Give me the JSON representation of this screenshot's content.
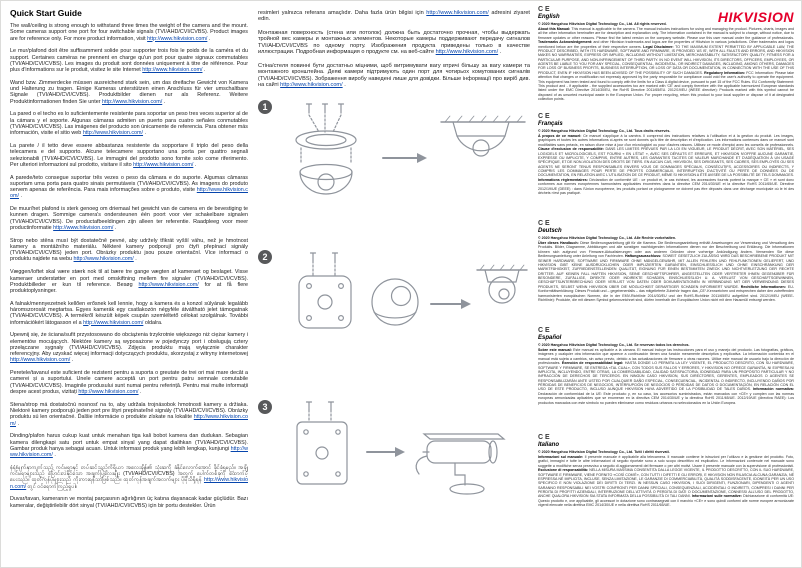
{
  "title": "Quick Start Guide",
  "brand": {
    "logo_text": "HIKVISION",
    "color": "#e4002b"
  },
  "link_url": "http://www.hikvision.com/",
  "left_column": {
    "paragraphs": [
      {
        "lang": "en",
        "before": "The wall/ceiling is strong enough to withstand three times the weight of the camera and the mount. Some cameras support one port for four switchable signals (TVI/AHD/CVI/CVBS). Product images are for reference only. For more product information, visit",
        "link": "http://www.hikvision.com/",
        "after": "."
      },
      {
        "lang": "fr",
        "before": "Le mur/plafond doit être suffisamment solide pour supporter trois fois le poids de la caméra et du support. Certaines caméras ne prennent en charge qu'un port pour quatre signaux commutables (TVI/AHD/CVI/CVBS). Les images du produit sont données uniquement à titre de référence. Pour plus d'informations sur le produit, visitez le site Internet",
        "link": "http://www.hikvision.com/",
        "after": "."
      },
      {
        "lang": "de",
        "before": "Wand bzw. Zimmerdecke müssen ausreichend stark sein, um das dreifache Gewicht von Kamera und Halterung zu tragen. Einige Kameras unterstützen einen Anschluss für vier umschaltbare Signale (TVI/AHD/CVI/CVBS). Produktbilder dienen nur als Referenz. Weitere Produktinformationen finden Sie unter",
        "link": "http://www.hikvision.com/",
        "after": "."
      },
      {
        "lang": "es",
        "before": "La pared o el techo es lo suficientemente resistente para soportar un peso tres veces superior al de la cámara y el soporte. Algunas cámaras admiten un puerto para cuatro señales conmutables (TVI/AHD/CVI/CVBS). Las imágenes del producto son únicamente de referencia. Para obtener más información, visite el sitio web",
        "link": "http://www.hikvision.com/",
        "after": "."
      },
      {
        "lang": "it",
        "before": "La parete / il tetto deve essere abbastanza resistente da sopportare il triplo del peso della telecamera e del supporto. Alcune telecamere supportano una porta per quattro segnali selezionabili (TVI/AHD/CVI/CVBS). Le immagini del prodotto sono fornite solo come riferimento. Per ulteriori informazioni sul prodotto, visitare il sito",
        "link": "http://www.hikvision.com/",
        "after": "."
      },
      {
        "lang": "pt",
        "before": "A parede/teto consegue suportar três vezes o peso da câmara e do suporte. Algumas câmaras suportam uma porta para quatro sinais permutáveis (TVI/AHD/CVI/CVBS). As imagens do produto servem apenas de referência. Para mais informações sobre o produto, visite",
        "link": "http://www.hikvision.com/",
        "after": "."
      },
      {
        "lang": "nl",
        "before": "De muur/het plafond is sterk genoeg om driemaal het gewicht van de camera en de bevestiging te kunnen dragen. Sommige camera's ondersteunen één poort voor vier schakelbare signalen (TVI/AHD/CVI/CVBS). De productafbeeldingen zijn alleen ter referentie. Raadpleeg voor meer productinformatie",
        "link": "http://www.hikvision.com/",
        "after": "."
      },
      {
        "lang": "cs",
        "before": "Strop nebo stěna musí být dostatečně pevné, aby udržely třikrát vyšší váhu, než je hmotnost kamery a montážního materiálu. Některé kamery podporují pro čtyři přepínací signály (TVI/AHD/CVI/CVBS) jeden port. Obrázky produktu jsou pouze orientační. Více informací o produktu najdete na webu",
        "link": "http://www.hikvision.com/",
        "after": "."
      },
      {
        "lang": "da",
        "before": "Væggen/loftet skal være stærk nok til at bære tre gange vægten af kameraet og beslaget. Visse kameraer understøtter en port med omskiftning mellem fire signaler (TVI/AHD/CVI/CVBS). Produktbilleder er kun til reference. Besøg",
        "link": "http://www.hikvision.com/",
        "after": "for at få flere produktoplysninger."
      },
      {
        "lang": "hu",
        "before": "A falnak/mennyezetnek kellően erősnek kell lennie, hogy a kamera és a konzol súlyának legalább háromszorosát megtartsa. Egyes kamerák egy csatlakozón négyféle átváltható jelet támogatnak (TVI/AHD/CVI/CVBS). A termékről készült képek csupán szemléltető célokat szolgálnak. További információkért látogasson el a",
        "link": "http://www.hikvision.com/",
        "after": "oldalra."
      },
      {
        "lang": "pl",
        "before": "Upewnij się, że ściana/sufit przystosowano do obciążenia trzykrotnie większego niż ciężar kamery i elementów mocujących. Niektóre kamery są wyposażone w pojedynczy port i obsługują cztery przełączane sygnały (TVI/AHD/CVI/CVBS). Zdjęcia produktu mają wyłącznie charakter referencyjny. Aby uzyskać więcej informacji dotyczących produktu, skorzystaj z witryny internetowej",
        "link": "http://www.hikvision.com/",
        "after": "."
      },
      {
        "lang": "ro",
        "before": "Peretele/tavanul este suficient de rezistent pentru a suporta o greutate de trei ori mai mare decât a camerei și a suportului. Unele camere acceptă un port pentru patru semnale comutabile (TVI/AHD/CVI/CVBS). Imaginile produsului sunt numai pentru referință. Pentru mai multe informații despre acest produs, vizitați",
        "link": "http://www.hikvision.com/",
        "after": "."
      },
      {
        "lang": "sk",
        "before": "Stena/strop má dostatočnú nosnosť na to, aby udržala trojnásobok hmotnosti kamery a držiaka. Niektoré kamery podporujú jeden port pre štyri prepínateľné signály (TVI/AHD/CVI/CVBS). Obrázky produktu sú len orientačné. Ďalšie informácie o produkte získate na lokalite",
        "link": "http://www.hikvision.com/",
        "after": "."
      },
      {
        "lang": "id",
        "before": "Dinding/plafon harus cukup kuat untuk menahan tiga kali bobot kamera dan dudukan. Sebagian kamera dilengkapi satu port untuk empat sinyal yang dapat dialihkan (TVI/AHD/CVI/CVBS). Gambar produk hanya sebagai acuan. Untuk informasi produk yang lebih lengkap, kunjungi",
        "link": "http://www.hikvision.com/",
        "after": "."
      },
      {
        "lang": "my",
        "before": "နံရံ/မျက်နှာကျက်သည် ကင်မရာနှင့် တပ်ဆင်သည့်ကိရိယာ အလေးချိန်၏ သုံးဆကို ခံနိုင်လောက်အောင် ခိုင်ခံ့ရမည်။ အချို့ကင်မရာများသည် ပြောင်းလဲနိုင်သော အချက်ပြလေးမျိုး (TVI/AHD/CVI/CVBS) အတွက် ပေါက်တစ်ခုကို ထောက်ပံ့ပေးသည်။ ထုတ်ကုန်ပုံများသည် ကိုးကားရန်သာဖြစ်သည်။ ထုတ်ကုန်အချက်အလက်များ ပိုမိုသိရှိရန်",
        "link": "http://www.hikvision.com/",
        "after": "တွင် ဝင်ရောက်ကြည့်ရှုပါ။"
      },
      {
        "lang": "tr",
        "before": "Duvar/tavan, kameranın ve montaj parçasının ağırlığının üç katına dayanacak kadar güçlüdür. Bazı kameralar, değiştirilebilir dört sinyal (TVI/AHD/CVI/CVBS) için bir portu destekler. Ürün",
        "link": "",
        "after": ""
      }
    ]
  },
  "middle_column": {
    "paragraphs": [
      {
        "lang": "tr-cont",
        "before": "resimleri yalnızca referans amaçlıdır. Daha fazla ürün bilgisi için",
        "link": "http://www.hikvision.com/",
        "after": "adresini ziyaret edin."
      },
      {
        "lang": "ru",
        "before": "Монтажная поверхность (стена или потолок) должна быть достаточно прочная, чтобы выдержать тройной вес камеры и монтажных элементов. Некоторые камеры поддерживают передачу сигналов TVI/AHD/CVI/CVBS по одному порту. Изображения продукта приведены только в качестве иллюстрации. Подробная информация о продукте см. на веб-сайте",
        "link": "http://www.hikvision.com/",
        "after": "."
      },
      {
        "lang": "uk",
        "before": "Стіна/стеля повинні бути достатньо міцними, щоб витримувати вагу втричі більшу за вагу камери та монтажного кронштейна. Деякі камери підтримують один порт для чотирьох комутованих сигналів (TVI/AHD/CVI/CVBS). Зображення виробу наведені лише для довідки. Більше інформації про виріб див. на сайті",
        "link": "http://www.hikvision.com/",
        "after": "."
      }
    ],
    "steps": [
      {
        "number": "1",
        "icon": "dome-camera-diagram"
      },
      {
        "number": "2",
        "icon": "turret-camera-diagram"
      },
      {
        "number": "3",
        "icon": "bullet-camera-diagram"
      }
    ]
  },
  "right_column": {
    "ce_mark": "CE",
    "sections": [
      {
        "language": "English",
        "copyright": "© 2020 Hangzhou Hikvision Digital Technology Co., Ltd. All rights reserved.",
        "blocks": [
          {
            "heading": "About this Manual",
            "text": "This manual is applicable to the camera. The manual includes instructions for using and managing the product. Pictures, charts, images and all the other information hereinafter are for description and explanation only. The information contained in the manual is subject to change, without notice, due to firmware updates or other reasons. Please find the latest version on the company website. Please use this user manual under the guidance of professionals."
          },
          {
            "heading": "Trademarks Acknowledgement",
            "text": "and other Hikvision trademarks and logos are the properties of Hikvision in various jurisdictions. Other trademarks and logos mentioned below are the properties of their respective owners."
          },
          {
            "heading": "Legal Disclaimer",
            "text": "TO THE MAXIMUM EXTENT PERMITTED BY APPLICABLE LAW, THE PRODUCT DESCRIBED, WITH ITS HARDWARE, SOFTWARE AND FIRMWARE, IS PROVIDED 'AS IS', WITH ALL FAULTS AND ERRORS, AND HIKVISION MAKES NO WARRANTIES, EXPRESS OR IMPLIED, INCLUDING WITHOUT LIMITATION, MERCHANTABILITY, SATISFACTORY QUALITY, FITNESS FOR A PARTICULAR PURPOSE, AND NON-INFRINGEMENT OF THIRD PARTY. IN NO EVENT WILL HIKVISION, ITS DIRECTORS, OFFICERS, EMPLOYEES, OR AGENTS BE LIABLE TO YOU FOR ANY SPECIAL, CONSEQUENTIAL, INCIDENTAL, OR INDIRECT DAMAGES, INCLUDING, AMONG OTHERS, DAMAGES FOR LOSS OF BUSINESS PROFITS, BUSINESS INTERRUPTION, OR LOSS OF DATA OR DOCUMENTATION, IN CONNECTION WITH THE USE OF THIS PRODUCT, EVEN IF HIKVISION HAS BEEN ADVISED OF THE POSSIBILITY OF SUCH DAMAGES."
          },
          {
            "heading": "Regulatory Information",
            "text": "FCC Information: Please take attention that changes or modification not expressly approved by the party responsible for compliance could void the user's authority to operate the equipment. This equipment has been tested and found to comply with the limits for a Class A digital device, pursuant to part 15 of the FCC Rules. EU Conformity Statement: This product and - if applicable - the supplied accessories too are marked with 'CE' and comply therefore with the applicable harmonized European standards listed under the EMC Directive 2014/30/EU, the RoHS Directive 2011/65/EU. 2012/19/EU (WEEE directive): Products marked with this symbol cannot be disposed of as unsorted municipal waste in the European Union. For proper recycling, return this product to your local supplier or dispose of it at designated collection points."
          }
        ]
      },
      {
        "language": "Français",
        "copyright": "© 2020 Hangzhou Hikvision Digital Technology Co., Ltd. Tous droits réservés.",
        "blocks": [
          {
            "heading": "À propos de ce manuel",
            "text": "Ce manuel s'applique à la caméra. Il comprend des instructions relatives à l'utilisation et à la gestion du produit. Les images, graphiques et toutes les autres informations ci-après ne sont donnés qu'à titre de description et d'explication. Les informations contenues dans ce manuel sont modifiables sans préavis, en raison d'une mise à jour d'un micrologiciel ou pour d'autres raisons. Utilisez ce mode d'emploi avec les conseils de professionnels."
          },
          {
            "heading": "Clause d'exclusion de responsabilité",
            "text": "DANS LES LIMITES PRÉVUES PAR LA LOI EN VIGUEUR, LE PRODUIT DÉCRIT, AVEC SON MATÉRIEL, SES LOGICIELS ET MICROLOGICIELS, EST FOURNI « EN L'ÉTAT », AVEC SES DÉFAUTS ET ERREURS, ET HIKVISION N'OFFRE AUCUNE GARANTIE, EXPRESSE OU IMPLICITE, Y COMPRIS, ENTRE AUTRES, LES GARANTIES TACITES DE VALEUR MARCHANDE ET D'ADÉQUATION À UN USAGE SPÉCIFIQUE, ET DE NON-VIOLATION DES DROITS DE TIERS. EN AUCUN CAS, HIKVISION, SES DIRIGEANTS, SES CADRES, SES EMPLOYÉS OU SES AGENTS NE SERONT TENUS RESPONSABLES ENVERS VOUS DE DOMMAGES SPÉCIAUX, CONSÉCUTIFS, ACCESSOIRES OU INDIRECTS, Y COMPRIS LES DOMMAGES POUR PERTE DE PROFITS COMMERCIAUX, INTERRUPTION D'ACTIVITÉ OU PERTE DE DONNÉES OU DE DOCUMENTATION, EN RELATION AVEC L'UTILISATION DE CE PRODUIT, MÊME SI HIKVISION A ÉTÉ AVISÉE DE LA POSSIBILITÉ DE TELS DOMMAGES."
          },
          {
            "heading": "Informations réglementaires",
            "text": "Déclaration de conformité UE : ce produit et, le cas échéant, les accessoires fournis portent la marque « CE » et sont donc conformes aux normes européennes harmonisées applicables énumérées dans la directive CEM 2014/30/UE et la directive RoHS 2011/65/UE. Directive 2012/19/UE (DEEE) : dans l'Union européenne, les produits portant ce pictogramme ne doivent pas être déposés dans une décharge municipale où le tri des déchets n'est pas pratiqué."
          }
        ]
      },
      {
        "language": "Deutsch",
        "copyright": "© 2020 Hangzhou Hikvision Digital Technology Co., Ltd. Alle Rechte vorbehalten.",
        "blocks": [
          {
            "heading": "Über dieses Handbuch",
            "text": "Diese Bedienungsanleitung gilt für die Kamera. Die Bedienungsanleitung enthält Anweisungen zur Verwendung und Verwaltung des Produkts. Bilder, Diagramme, Abbildungen und alle sonstigen nachfolgenden Informationen dienen nur der Beschreibung und Erklärung. Die Informationen können sich aufgrund von Firmware-Aktualisierungen oder aus anderen Gründen ohne vorherige Ankündigung ändern. Verwenden Sie diese Bedienungsanleitung unter Anleitung von Fachleuten."
          },
          {
            "heading": "Haftungsausschluss",
            "text": "SOWEIT GESETZLICH ZULÄSSIG WIRD DAS BESCHRIEBENE PRODUKT MIT SEINER HARDWARE, SOFTWARE UND FIRMWARE OHNE MÄNGELGEWÄHR, MIT ALLEN FEHLERN UND FEHLFUNKTIONEN GELIEFERT, UND HIKVISION GIBT KEINE AUSDRÜCKLICHEN ODER IMPLIZIERTEN GARANTIEN, EINSCHLIESSLICH UND OHNE EINSCHRÄNKUNG DER MARKTFÄHIGKEIT, ZUFRIEDENSTELLENDEN QUALITÄT, EIGNUNG FÜR EINEN BESTIMMTEN ZWECK UND NICHTVERLETZUNG DER RECHTE DRITTER. AUF KEINEN FALL HAFTEN HIKVISION, SEINE GESCHÄFTSFÜHRER, ANGESTELLTEN ODER VERTRETER IHNEN GEGENÜBER FÜR BESONDERE, ZUFÄLLIGE, DIREKTE ODER INDIREKTE SCHÄDEN, EINSCHLIESSLICH U. A. VERLUST VON GESCHÄFTSGEWINNEN, GESCHÄFTSUNTERBRECHUNG ODER VERLUST VON DATEN ODER DOKUMENTATIONEN IN VERBINDUNG MIT DER VERWENDUNG DIESES PRODUKTS, SELBST WENN HIKVISION ÜBER DIE MÖGLICHKEIT DERARTIGER SCHÄDEN INFORMIERT WURDE."
          },
          {
            "heading": "Rechtliche Informationen",
            "text": "EU-Konformitätserklärung: Dieses Produkt und – gegebenenfalls – das mitgelieferte Zubehör tragen das „CE“-Kennzeichen und entsprechen daher den zutreffenden harmonisierten europäischen Normen, die in der EMV-Richtlinie 2014/30/EU und der RoHS-Richtlinie 2011/65/EU aufgeführt sind. 2012/19/EU (WEEE-Richtlinie): Produkte, die mit diesem Symbol gekennzeichnet sind, dürfen innerhalb der Europäischen Union nicht mit dem Hausmüll entsorgt werden."
          }
        ]
      },
      {
        "language": "Español",
        "copyright": "© 2020 Hangzhou Hikvision Digital Technology Co., Ltd. Se reservan todos los derechos.",
        "blocks": [
          {
            "heading": "Sobre este manual",
            "text": "Este manual es aplicable a la cámara. El manual incluye las instrucciones para el uso y manejo del producto. Las fotografías, gráficos, imágenes y cualquier otra información que aparece a continuación tienen una función meramente descriptiva y explicativa. La información contenida en el manual está sujeta a cambios, sin aviso previo, debido a las actualizaciones de firmware u otras razones. Utilice este manual de usuario bajo la dirección de profesionales."
          },
          {
            "heading": "Exención de responsabilidad legal",
            "text": "HASTA DONDE LO PERMITA LA LEY VIGENTE, EL PRODUCTO DESCRITO, CON SU HARDWARE, SOFTWARE Y FIRMWARE, SE ENTREGA «TAL CUAL», CON TODOS SUS FALLOS Y ERRORES, Y HIKVISION NO OFRECE GARANTÍA, NI EXPRESA NI IMPLÍCITA, INCLUYENDO, ENTRE OTRAS, LA COMERCIABILIDAD, CALIDAD SATISFACTORIA, IDONEIDAD PARA UN PROPÓSITO PARTICULAR Y NO INFRACCIÓN DE DERECHOS DE TERCEROS. EN NINGÚN CASO HIKVISION, SUS DIRECTORES, GERENTES, EMPLEADOS O AGENTES SE RESPONSABILIZARÁN ANTE USTED POR CUALQUIER DAÑO ESPECIAL, CONSECUENCIAL, INCIDENTAL O INDIRECTO, INCLUYENDO DAÑOS POR PÉRDIDAS DE BENEFICIOS DE NEGOCIOS, INTERRUPCIÓN DE NEGOCIOS O PÉRDIDAS DE DATOS O DOCUMENTACIÓN, EN RELACIÓN CON EL USO DE ESTE PRODUCTO, INCLUSO AUNQUE HIKVISION HAYA ADVERTIDO DE LA POSIBILIDAD DE TALES DAÑOS."
          },
          {
            "heading": "Información normativa",
            "text": "Declaración de conformidad de la UE: Este producto y, en su caso, los accesorios suministrados, están marcados con «CE» y cumplen con las normas europeas armonizadas aplicables que se enumeran en la directiva CEM 2014/30/UE y la directiva RoHS 2011/65/UE. 2012/19/UE (directiva RAEE): Los productos marcados con este símbolo no pueden eliminarse como residuos urbanos no seleccionados en la Unión Europea."
          }
        ]
      },
      {
        "language": "Italiano",
        "copyright": "© 2020 Hangzhou Hikvision Digital Technology Co., Ltd. Tutti i diritti riservati.",
        "blocks": [
          {
            "heading": "Informazioni sul manuale",
            "text": "Il presente manuale è applicabile alla telecamera. Il manuale contiene le istruzioni per l'utilizzo e la gestione del prodotto. Foto, grafici, immagini e tutte le altre informazioni di seguito riportate sono a solo scopo descrittivo ed esplicativo. Le informazioni contenute nel manuale sono soggette a modifiche senza preavviso a seguito di aggiornamenti del firmware o per altri motivi. Usare il presente manuale con la supervisione di professionisti."
          },
          {
            "heading": "Esclusione di responsabilità",
            "text": "NELLA MISURA MASSIMA CONSENTITA DALLA LEGGE VIGENTE, IL PRODOTTO DESCRITTO, CON IL SUO HARDWARE, SOFTWARE E FIRMWARE, VIENE FORNITO «COSÌ COM'È», CON TUTTI I DIFETTI E GLI ERRORI, E HIKVISION NON RILASCIA ALCUNA GARANZIA, NÉ ESPRESSA NÉ IMPLICITA, INCLUSE, SENZA LIMITAZIONE, LE GARANZIE DI COMMERCIABILITÀ, QUALITÀ SODDISFACENTE, IDONEITÀ PER UN USO SPECIFICO E NON VIOLAZIONE DEI DIRITTI DI TERZI. IN NESSUN CASO HIKVISION, I SUOI DIRIGENTI, FUNZIONARI, DIPENDENTI O AGENTI SARANNO RESPONSABILI NEI VOSTRI CONFRONTI PER DANNI SPECIALI, CONSEQUENZIALI, ACCIDENTALI O INDIRETTI, COMPRESI I DANNI PER PERDITA DI PROFITTI AZIENDALI, INTERRUZIONE DELL'ATTIVITÀ O PERDITA DI DATI O DOCUMENTAZIONE, CONNESSI ALL'USO DEL PRODOTTO, ANCHE QUALORA HIKVISION SIA STATA INFORMATA DELLA POSSIBILITÀ DI TALI DANNI."
          },
          {
            "heading": "Informazioni sulle normative",
            "text": "Dichiarazione di conformità UE: Questo prodotto e, ove applicabile, gli accessori in dotazione sono contrassegnati con il marchio «CE» e sono quindi conformi alle norme europee armonizzate vigenti elencate nella direttiva EMC 2014/30/UE e nella direttiva RoHS 2011/65/UE."
          }
        ]
      }
    ]
  }
}
